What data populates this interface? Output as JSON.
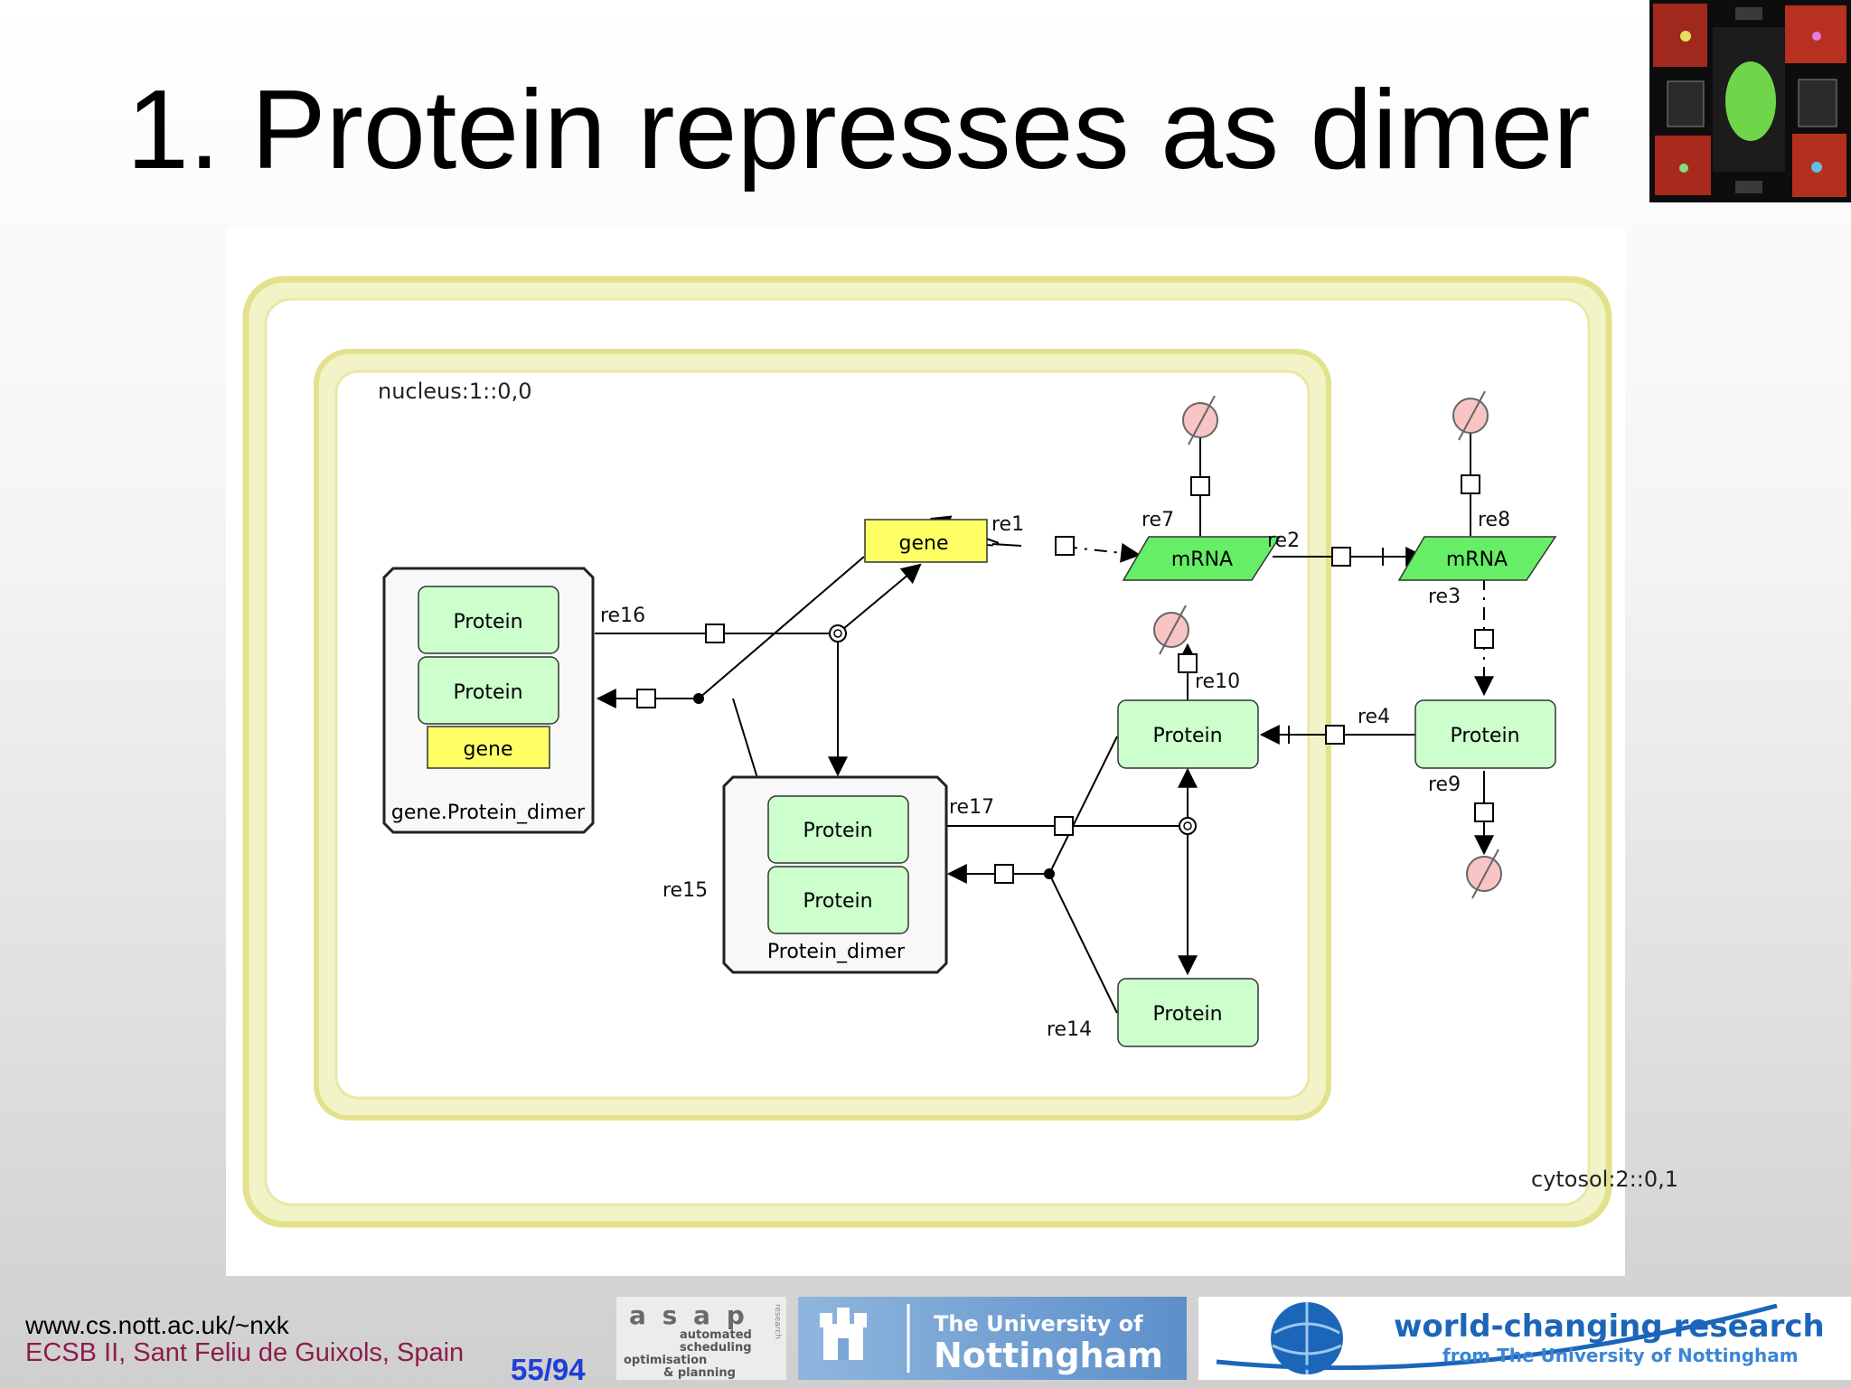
{
  "slide": {
    "title": "1. Protein represses as dimer",
    "footer_url": "www.cs.nott.ac.uk/~nxk",
    "footer_event": "ECSB II, Sant Feliu de Guixols, Spain",
    "slide_number": "55/94"
  },
  "diagram": {
    "compartments": {
      "nucleus": "nucleus:1::0,0",
      "cytosol": "cytosol:2::0,1"
    },
    "species": {
      "gene": "gene",
      "mrna_nucleus": "mRNA",
      "mrna_cytosol": "mRNA",
      "protein_nucleus": "Protein",
      "protein_nucleus_bottom": "Protein",
      "protein_cytosol": "Protein"
    },
    "complexes": {
      "gene_protein_dimer": {
        "name": "gene.Protein_dimer",
        "members": [
          "Protein",
          "Protein",
          "gene"
        ]
      },
      "protein_dimer": {
        "name": "Protein_dimer",
        "members": [
          "Protein",
          "Protein"
        ]
      }
    },
    "reactions": {
      "re1": "re1",
      "re2": "re2",
      "re3": "re3",
      "re4": "re4",
      "re7": "re7",
      "re8": "re8",
      "re9": "re9",
      "re10": "re10",
      "re14": "re14",
      "re15": "re15",
      "re16": "re16",
      "re17": "re17"
    }
  },
  "logos": {
    "asap_name": "a s a p",
    "asap_tag": "research",
    "asap_lines": [
      "automated",
      "scheduling",
      "optimisation",
      "& planning"
    ],
    "nottingham_line1": "The University of",
    "nottingham_line2": "Nottingham",
    "world_line1": "world-changing research",
    "world_line2": "from The University of Nottingham"
  },
  "colors": {
    "compartment_yellow": "#e6e69a",
    "species_green": "#ccffcc",
    "mrna_green": "#66ee66",
    "gene_yellow": "#ffff66",
    "degraded_pink": "#f8c4c4",
    "footer_event": "#8c1d4a",
    "slide_number": "#1f3fd6"
  }
}
